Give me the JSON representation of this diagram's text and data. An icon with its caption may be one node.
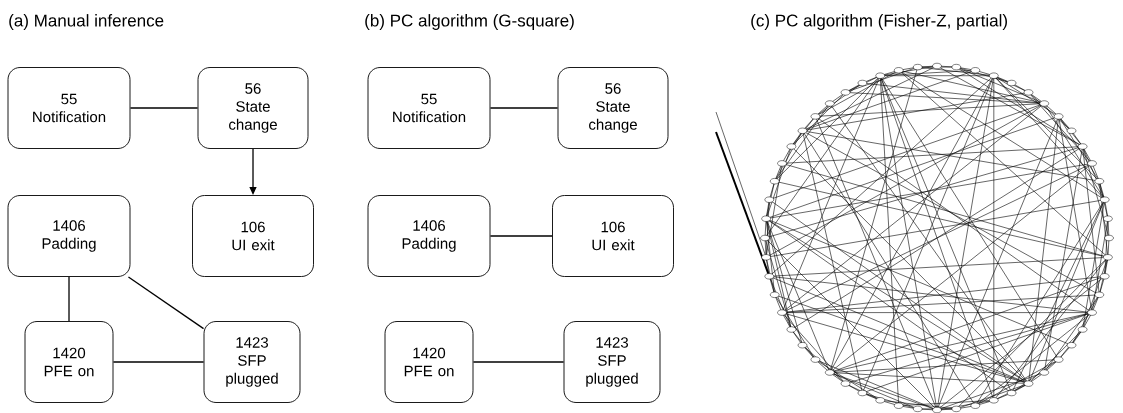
{
  "diagram": {
    "nodes": [
      {
        "text": [
          "55",
          "Notification"
        ]
      },
      {
        "text": [
          "56",
          "State change"
        ]
      },
      {
        "text": [
          "1406",
          "Padding"
        ]
      },
      {
        "text": [
          "106",
          "UI exit"
        ]
      },
      {
        "text": [
          "1420",
          "PFE on"
        ]
      },
      {
        "text": [
          "1423",
          "SFP plugged"
        ]
      },
      {
        "text": [
          "55",
          "Notification"
        ]
      },
      {
        "text": [
          "56",
          "State change"
        ]
      },
      {
        "text": [
          "1406",
          "Padding"
        ]
      },
      {
        "text": [
          "106",
          "UI exit"
        ]
      },
      {
        "text": [
          "1420",
          "PFE on"
        ]
      },
      {
        "text": [
          "1423",
          "SFP plugged"
        ]
      }
    ],
    "edges": [
      {
        "from": 0,
        "to": 1,
        "arrow": "none"
      },
      {
        "from": 1,
        "to": 3,
        "arrow": "to"
      },
      {
        "from": 2,
        "to": 4,
        "arrow": "none"
      },
      {
        "from": 2,
        "to": 5,
        "arrow": "none"
      },
      {
        "from": 4,
        "to": 5,
        "arrow": "none"
      },
      {
        "from": 6,
        "to": 7,
        "arrow": "none"
      },
      {
        "from": 8,
        "to": 9,
        "arrow": "none"
      },
      {
        "from": 10,
        "to": 11,
        "arrow": "none"
      }
    ],
    "labels": [
      "(a) Manual inference",
      "(b) PC algorithm (G-square)",
      "(c) PC algorithm (Fisher-Z, partial)"
    ]
  }
}
